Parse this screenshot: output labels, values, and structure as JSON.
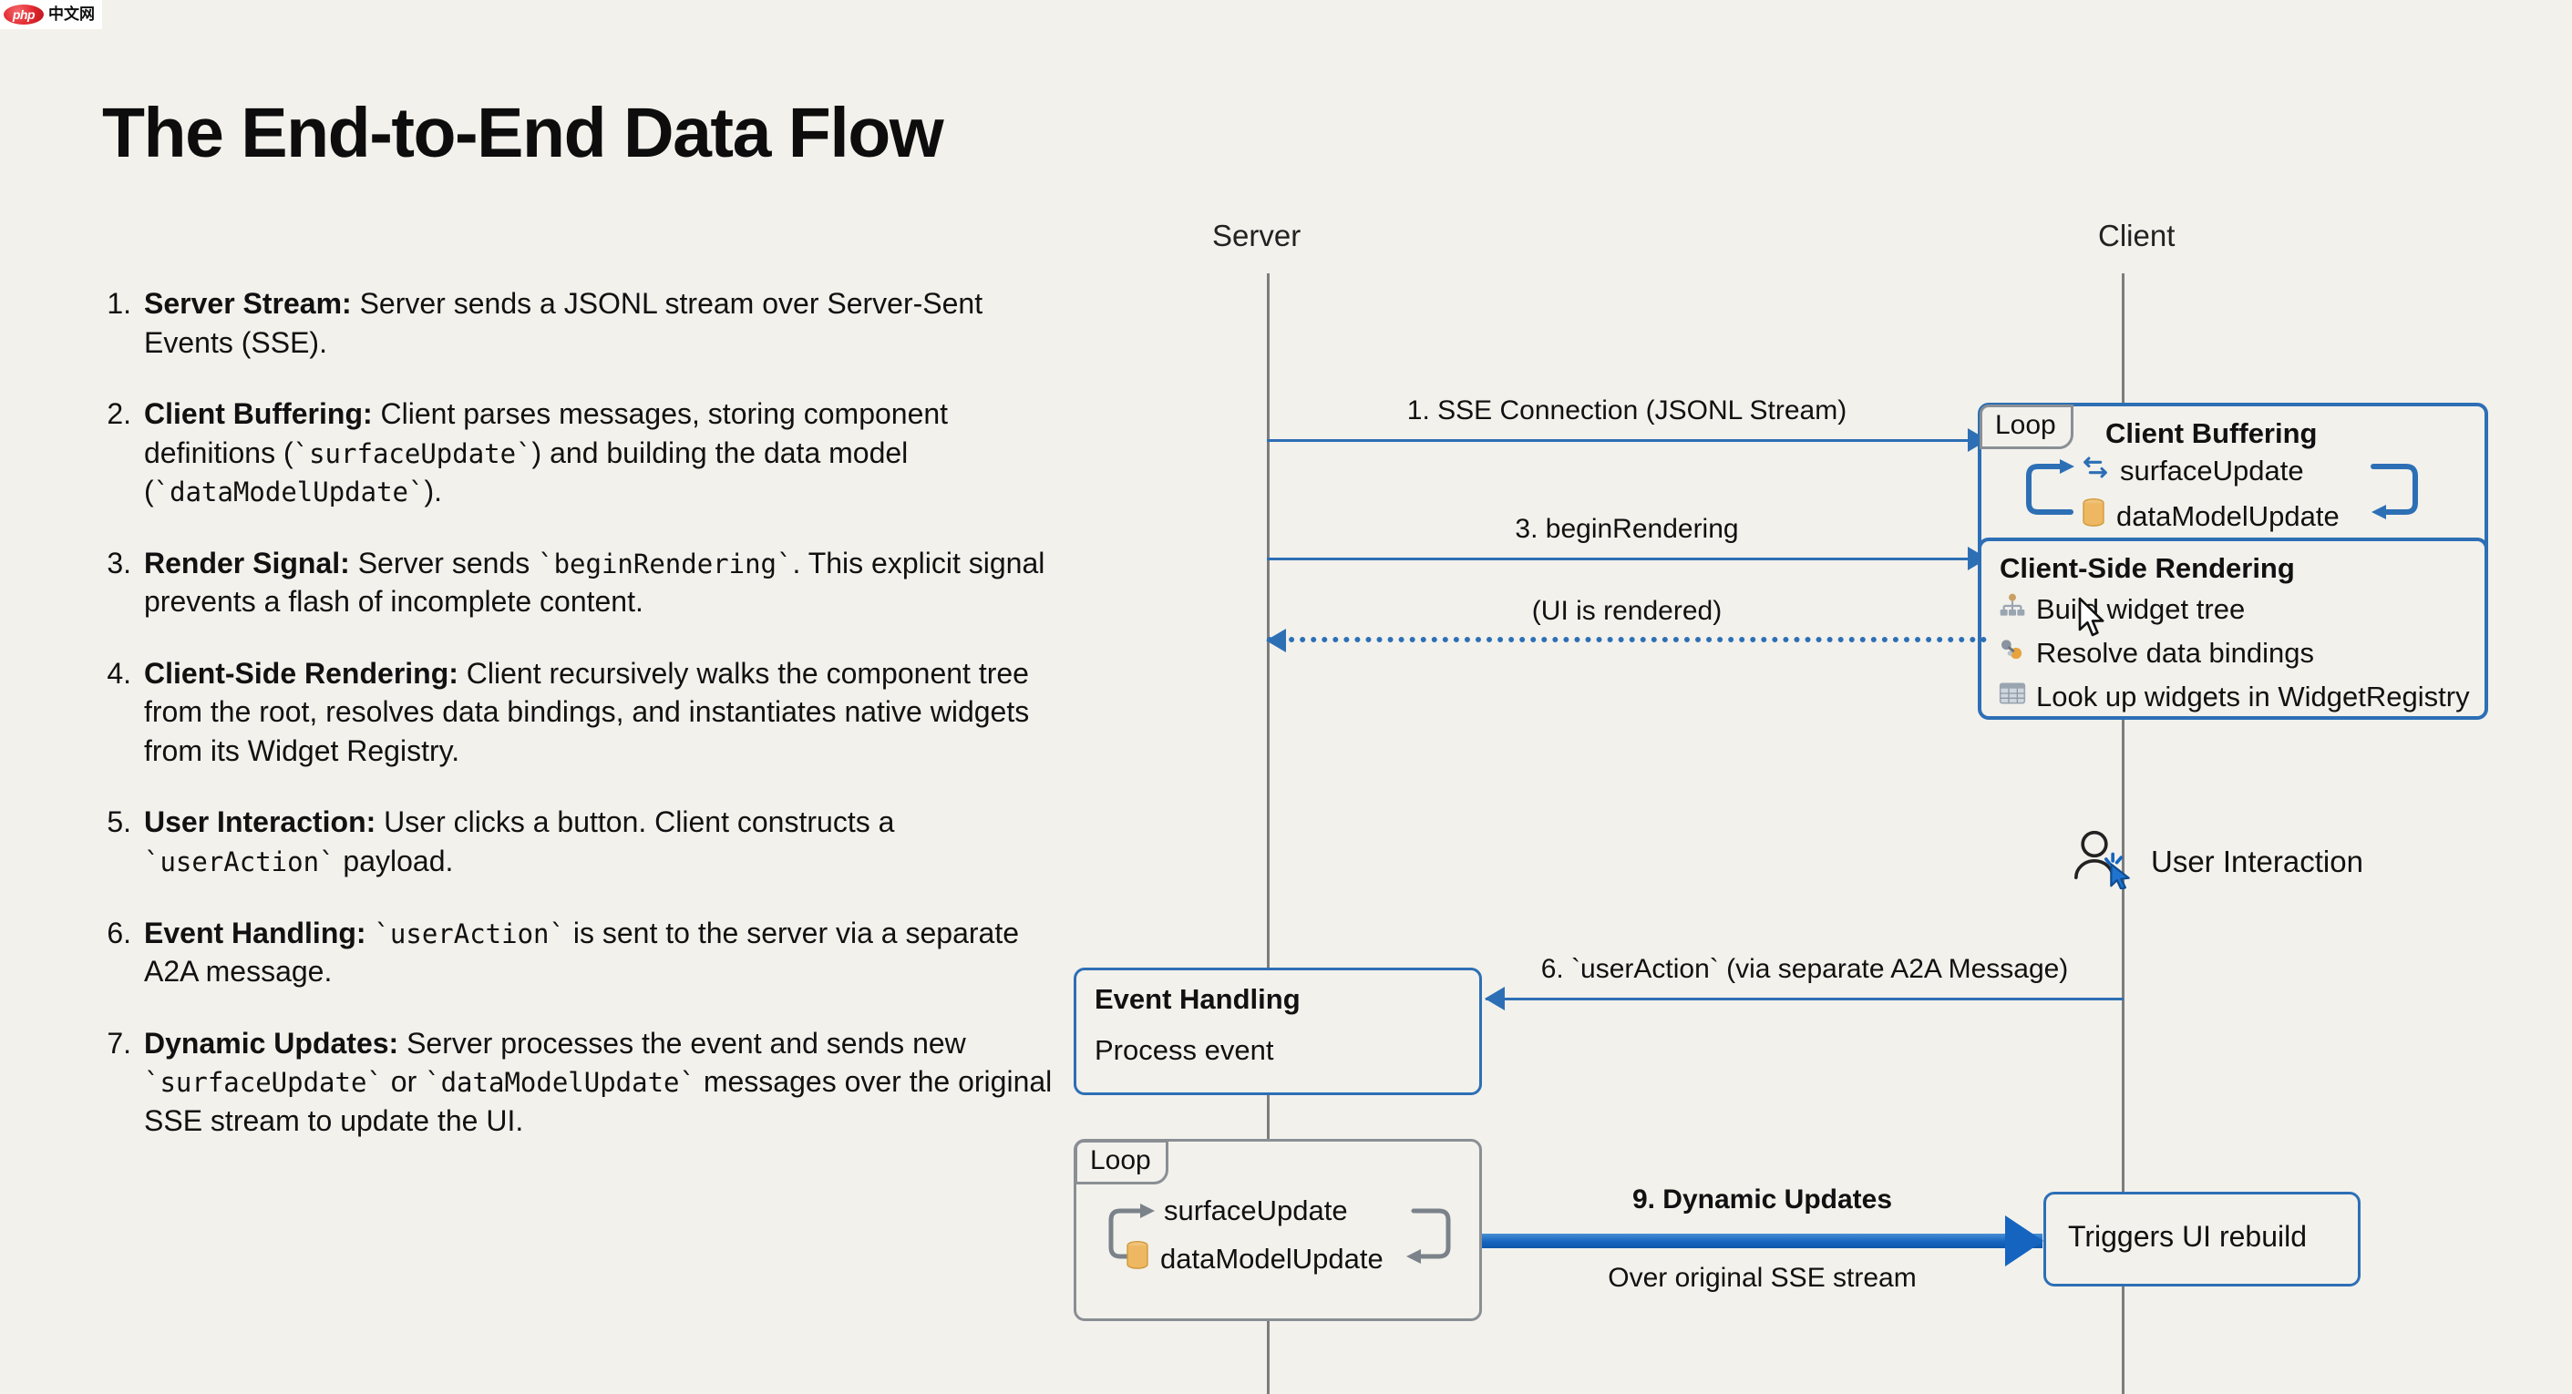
{
  "watermark": {
    "badge": "php",
    "text": "中文网"
  },
  "page_title": "The End-to-End Data Flow",
  "steps": [
    {
      "num": "1.",
      "title": "Server Stream:",
      "body": " Server sends a JSONL stream over Server-Sent Events (SSE)."
    },
    {
      "num": "2.",
      "title": "Client Buffering:",
      "body": " Client parses messages, storing component definitions (`surfaceUpdate`) and building the data model (`dataModelUpdate`)."
    },
    {
      "num": "3.",
      "title": "Render Signal:",
      "body": " Server sends `beginRendering`. This explicit signal prevents a flash of incomplete content."
    },
    {
      "num": "4.",
      "title": "Client-Side Rendering:",
      "body": " Client recursively walks the component tree from the root, resolves data bindings, and instantiates native widgets from its Widget Registry."
    },
    {
      "num": "5.",
      "title": "User Interaction:",
      "body": " User clicks a button. Client constructs a `userAction` payload."
    },
    {
      "num": "6.",
      "title": "Event Handling:",
      "body": " `userAction` is sent to the server via a separate A2A message."
    },
    {
      "num": "7.",
      "title": "Dynamic Updates:",
      "body": " Server processes the event and sends new `surfaceUpdate` or `dataModelUpdate` messages over the original SSE stream to update the UI."
    }
  ],
  "diagram": {
    "actors": {
      "server": "Server",
      "client": "Client"
    },
    "messages": {
      "sse": "1. SSE Connection (JSONL Stream)",
      "begin_rendering": "3. beginRendering",
      "ui_rendered": "(UI is rendered)",
      "user_action": "6. `userAction` (via separate A2A Message)",
      "dynamic_updates": "9. Dynamic Updates",
      "dynamic_updates_sub": "Over original SSE stream"
    },
    "client_buffering": {
      "loop_label": "Loop",
      "title": "Client Buffering",
      "rows": [
        {
          "icon": "exchange-arrows-icon",
          "label": "surfaceUpdate"
        },
        {
          "icon": "database-icon",
          "label": "dataModelUpdate"
        }
      ]
    },
    "client_rendering": {
      "title": "Client-Side Rendering",
      "rows": [
        {
          "icon": "hierarchy-tree-icon",
          "label": "Build widget tree"
        },
        {
          "icon": "link-bindings-icon",
          "label": "Resolve data bindings"
        },
        {
          "icon": "registry-table-icon",
          "label": "Look up widgets in WidgetRegistry"
        }
      ]
    },
    "user_interaction": {
      "icon": "user-click-icon",
      "label": "User Interaction"
    },
    "event_handling": {
      "title": "Event Handling",
      "subtitle": "Process event"
    },
    "server_loop": {
      "loop_label": "Loop",
      "rows": [
        {
          "icon": "none",
          "label": "surfaceUpdate"
        },
        {
          "icon": "database-icon",
          "label": "dataModelUpdate"
        }
      ]
    },
    "triggers_box": {
      "label": "Triggers UI rebuild"
    }
  },
  "colors": {
    "background": "#f2f1ec",
    "accent_blue": "#2d6fb5",
    "strong_blue": "#1565c0",
    "lifeline_gray": "#7d7d7d",
    "db_orange": "#e8a33d"
  }
}
